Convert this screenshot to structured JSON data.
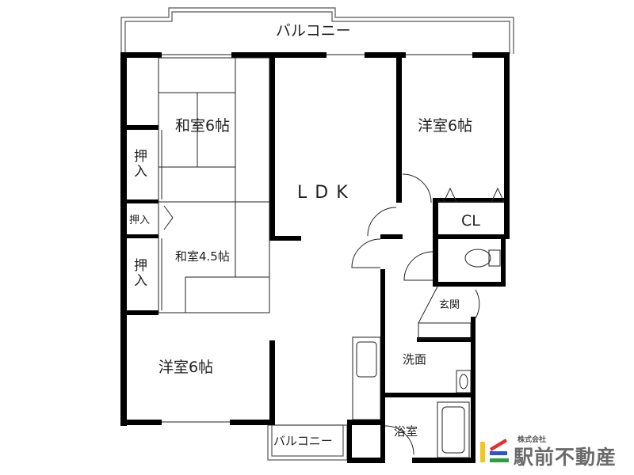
{
  "floorplan": {
    "balcony_top": "バルコニー",
    "balcony_bottom": "バルコニー",
    "rooms": {
      "washitsu6": "和室6帖",
      "yoshitsu6_ne": "洋室6帖",
      "ldk": "LDK",
      "washitsu45": "和室4.5帖",
      "yoshitsu6_sw": "洋室6帖",
      "oshiire1": "押入",
      "oshiire2": "押入",
      "oshiire3": "押入",
      "closet": "CL",
      "genkan": "玄関",
      "senmen": "洗面",
      "yokushitsu": "浴室"
    }
  },
  "company": {
    "prefix": "株式会社",
    "name": "駅前不動産",
    "colors": {
      "red": "#e53030",
      "blue": "#2a58c8",
      "green": "#2e9e3e",
      "yellow": "#f2c81a"
    }
  }
}
